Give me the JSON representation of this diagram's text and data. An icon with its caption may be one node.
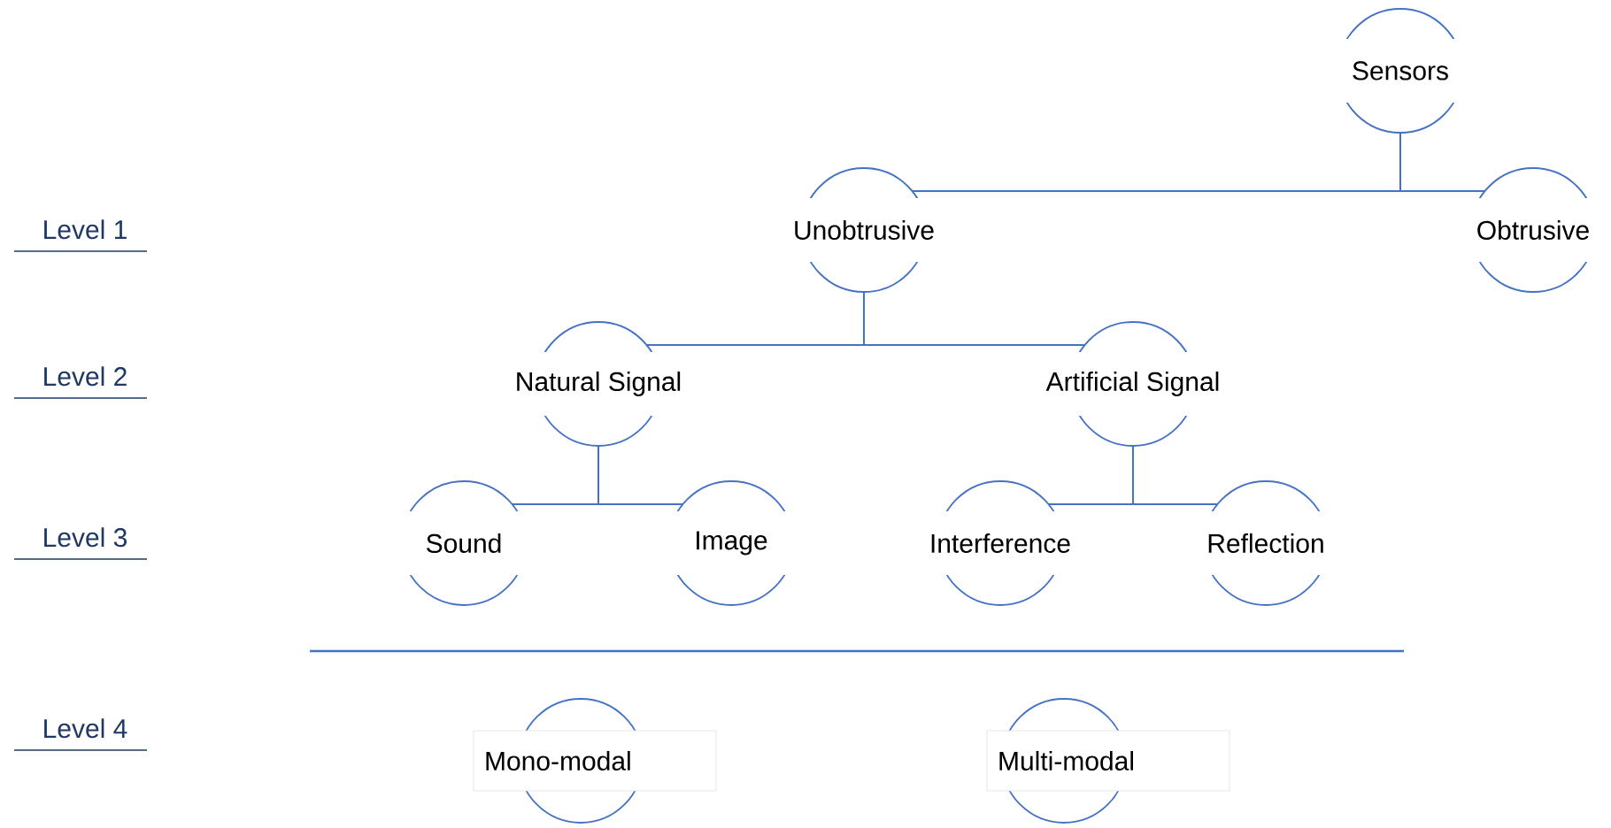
{
  "diagram": {
    "nodes": [
      {
        "text": [
          "Sensors"
        ]
      },
      {
        "text": [
          "Unobtrusive"
        ]
      },
      {
        "text": [
          "Obtrusive"
        ]
      },
      {
        "text": [
          "Natural Signal"
        ]
      },
      {
        "text": [
          "Artificial Signal"
        ]
      },
      {
        "text": [
          "Sound"
        ]
      },
      {
        "text": [
          "Image"
        ]
      },
      {
        "text": [
          "Interference"
        ]
      },
      {
        "text": [
          "Reflection"
        ]
      },
      {
        "text": [
          "Mono-modal"
        ]
      },
      {
        "text": [
          "Multi-modal"
        ]
      }
    ],
    "edges": [
      {
        "from": 0,
        "to": 1,
        "arrow": "none"
      },
      {
        "from": 0,
        "to": 2,
        "arrow": "none"
      },
      {
        "from": 1,
        "to": 3,
        "arrow": "none"
      },
      {
        "from": 1,
        "to": 4,
        "arrow": "none"
      },
      {
        "from": 3,
        "to": 5,
        "arrow": "none"
      },
      {
        "from": 3,
        "to": 6,
        "arrow": "none"
      },
      {
        "from": 4,
        "to": 7,
        "arrow": "none"
      },
      {
        "from": 4,
        "to": 8,
        "arrow": "none"
      }
    ],
    "labels": [
      "Level 1",
      "Level 2",
      "Level 3",
      "Level 4"
    ]
  }
}
